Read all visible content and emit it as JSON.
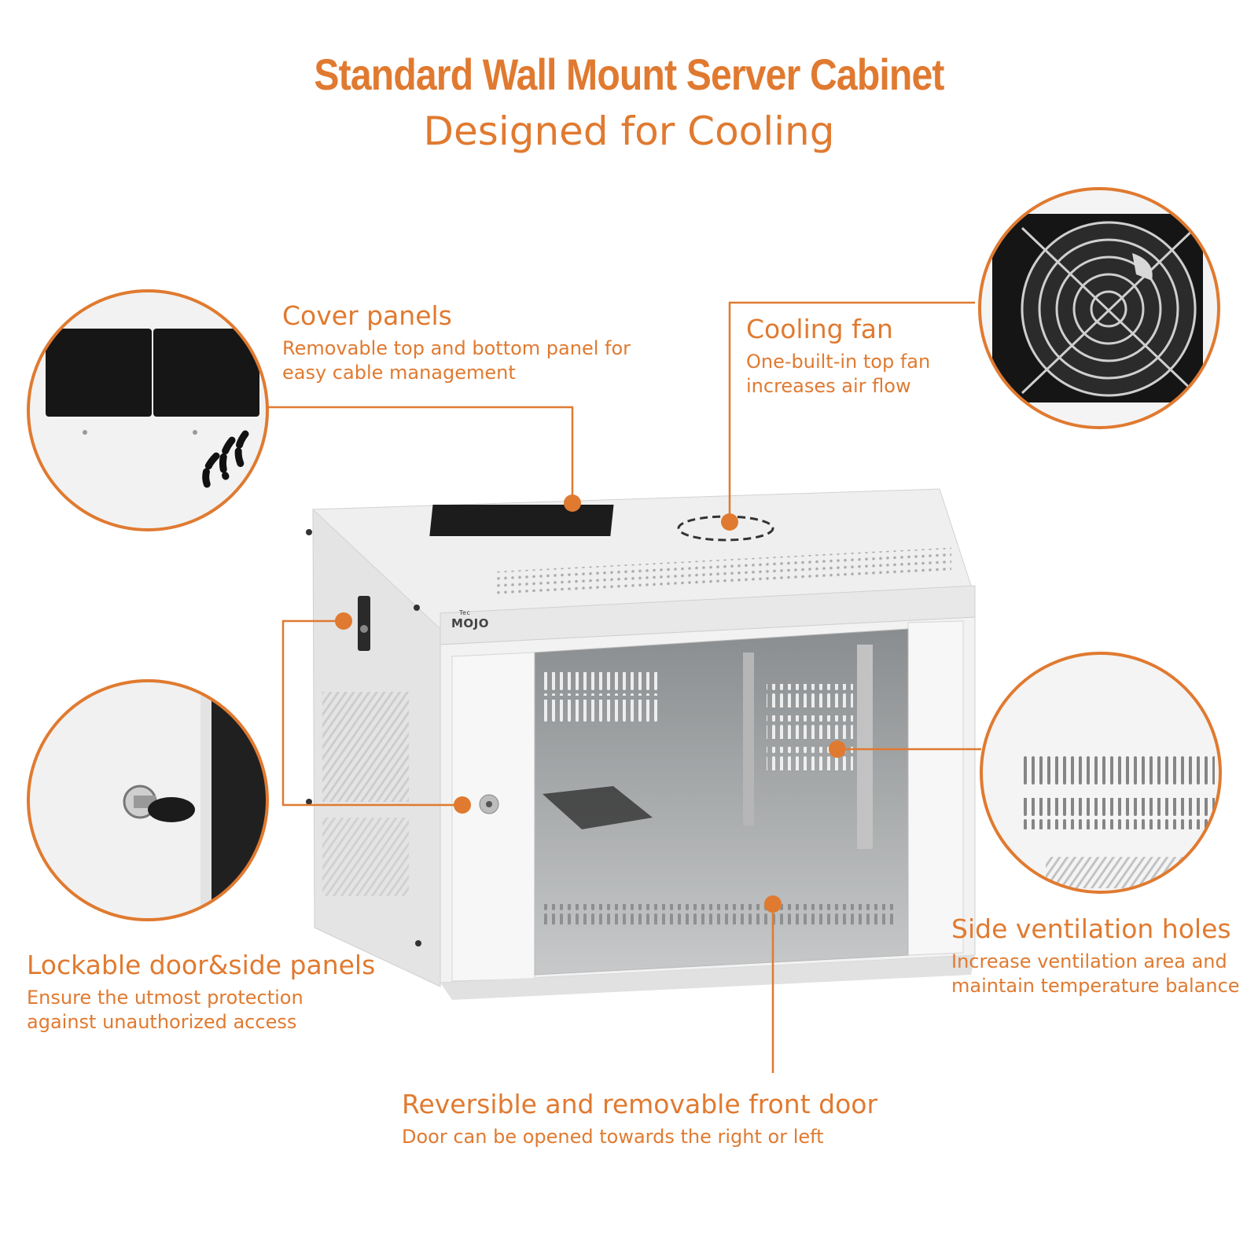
{
  "header": {
    "title": "Standard Wall Mount Server Cabinet",
    "subtitle": "Designed for Cooling"
  },
  "brand": {
    "prefix": "Tec",
    "name": "MOJO"
  },
  "colors": {
    "accent": "#e07a30",
    "cabinet": "#ededee",
    "panel_dark": "#1a1a1a"
  },
  "callouts": [
    {
      "id": "cover-panels",
      "title": "Cover panels",
      "lines": [
        "Removable top and bottom panel for",
        "easy cable management"
      ]
    },
    {
      "id": "cooling-fan",
      "title": "Cooling fan",
      "lines": [
        "One-built-in top fan",
        "increases air flow"
      ]
    },
    {
      "id": "lockable",
      "title": "Lockable door&side panels",
      "lines": [
        "Ensure the utmost protection",
        "against unauthorized access"
      ]
    },
    {
      "id": "side-vent",
      "title": "Side ventilation holes",
      "lines": [
        "Increase ventilation area and",
        "maintain temperature balance"
      ]
    },
    {
      "id": "front-door",
      "title": "Reversible and removable front door",
      "lines": [
        "Door can be opened towards the right or left"
      ]
    }
  ],
  "icons": [
    "cover-panel-closeup-icon",
    "cooling-fan-closeup-icon",
    "key-lock-closeup-icon",
    "vent-holes-closeup-icon"
  ]
}
